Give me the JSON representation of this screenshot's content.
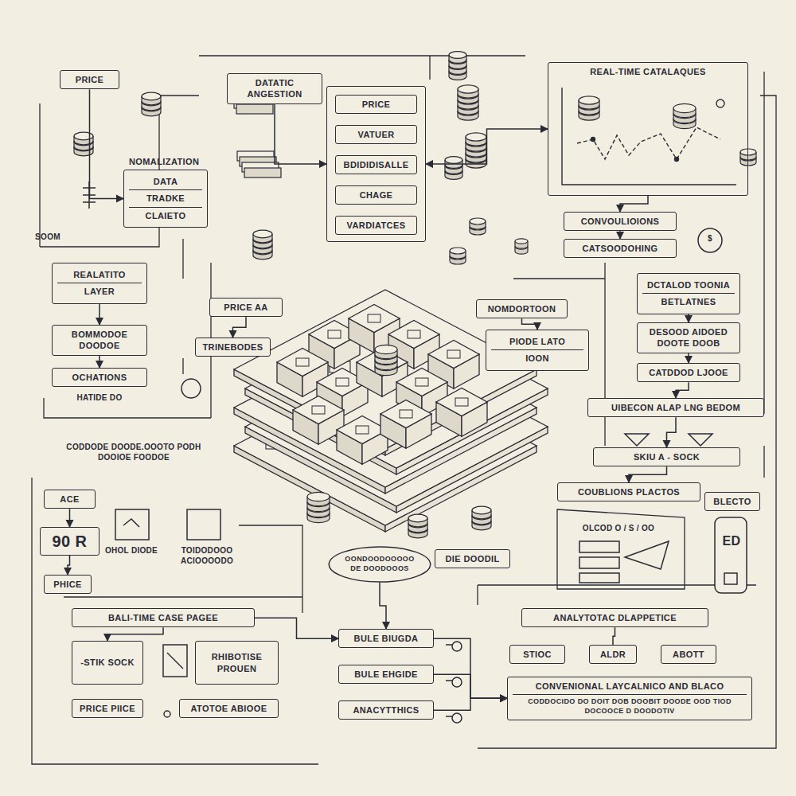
{
  "diagram": {
    "nodes": [
      {
        "text": [
          "PRICE"
        ]
      },
      {
        "text": [
          "NOMALIZATION",
          "DATA",
          "TRADKE",
          "CLAIETO"
        ]
      },
      {
        "text": [
          "DATATIC ANGESTION"
        ]
      },
      {
        "text": []
      },
      {
        "text": [
          "PRICE"
        ],
        "in": 3
      },
      {
        "text": [
          "VATUER"
        ],
        "in": 3
      },
      {
        "text": [
          "BDIDIDISALLE"
        ],
        "in": 3
      },
      {
        "text": [
          "CHAGE"
        ],
        "in": 3
      },
      {
        "text": [
          "VARDIATCES"
        ],
        "in": 3
      },
      {
        "text": [
          "REAL-TIME CATALAQUES"
        ]
      },
      {
        "text": [
          "CONVOULIOIONS"
        ]
      },
      {
        "text": [
          "CATSOODOHING"
        ]
      },
      {
        "text": [
          "REALATITO",
          "LAYER"
        ]
      },
      {
        "text": [
          "BOMMODOE DOODOE"
        ]
      },
      {
        "text": [
          "OCHATIONS"
        ]
      },
      {
        "text": [
          "PRICE AA"
        ]
      },
      {
        "text": [
          "TRINEBODES"
        ]
      },
      {
        "text": [
          "NOMDORTOON"
        ]
      },
      {
        "text": [
          "PIODE LATO",
          "IOON"
        ]
      },
      {
        "text": [
          "DCTALOD TOONIA",
          "BETLATNES"
        ]
      },
      {
        "text": [
          "DESOOD AIDOED DOOTE DOOB"
        ]
      },
      {
        "text": [
          "CATDDOD LJOOE"
        ]
      },
      {
        "text": [
          "UIBECON ALAP LNG BEDOM"
        ]
      },
      {
        "text": [
          "SKIU A - SOCK"
        ]
      },
      {
        "text": [
          "COUBLIONS PLACTOS"
        ]
      },
      {
        "text": [
          "BLECTO"
        ]
      },
      {
        "text": [
          "ACE"
        ]
      },
      {
        "text": [
          "90 R"
        ]
      },
      {
        "text": [
          "PHICE"
        ]
      },
      {
        "text": [
          "OONDOODOOOOO DE DOODOOOS"
        ]
      },
      {
        "text": [
          "DIE DOODIL"
        ]
      },
      {
        "text": [
          "BALI-TIME CASE PAGEE"
        ]
      },
      {
        "text": [
          "-STIK SOCK"
        ]
      },
      {
        "text": [
          "RHIBOTISE PROUEN"
        ]
      },
      {
        "text": [
          "PRICE PIICE"
        ]
      },
      {
        "text": [
          "ATOTOE ABIOOE"
        ]
      },
      {
        "text": [
          "BULE BIUGDA"
        ]
      },
      {
        "text": [
          "BULE EHGIDE"
        ]
      },
      {
        "text": [
          "ANACYTTHICS"
        ]
      },
      {
        "text": [
          "ANALYTOTAC DLAPPETICE"
        ]
      },
      {
        "text": [
          "STIOC"
        ]
      },
      {
        "text": [
          "ALDR"
        ]
      },
      {
        "text": [
          "ABOTT"
        ]
      },
      {
        "text": [
          "CONVENIONAL LAYCALNICO AND BLACO",
          "CODDOCIDO DO DOIT DOB DOOBIT DOODE OOD TIOD DOCOOCE D DOODOTIV"
        ]
      }
    ],
    "edges": [
      {
        "from": 0,
        "to": 1,
        "arrow": "to"
      },
      {
        "from": 2,
        "to": 3,
        "arrow": "to"
      },
      {
        "from": 3,
        "to": 9,
        "arrow": "both"
      },
      {
        "from": 9,
        "to": 10,
        "arrow": "to"
      },
      {
        "from": 10,
        "to": 11,
        "arrow": "to"
      },
      {
        "from": 19,
        "to": 20,
        "arrow": "to"
      },
      {
        "from": 20,
        "to": 21,
        "arrow": "to"
      },
      {
        "from": 21,
        "to": 22,
        "arrow": "to"
      },
      {
        "from": 22,
        "to": 23,
        "arrow": "to"
      },
      {
        "from": 23,
        "to": 24,
        "arrow": "to"
      },
      {
        "from": 12,
        "to": 13,
        "arrow": "to"
      },
      {
        "from": 13,
        "to": 14,
        "arrow": "to"
      },
      {
        "from": 15,
        "to": 16,
        "arrow": "to"
      },
      {
        "from": 17,
        "to": 18,
        "arrow": "to"
      },
      {
        "from": 26,
        "to": 27,
        "arrow": "to"
      },
      {
        "from": 27,
        "to": 28,
        "arrow": "to"
      },
      {
        "from": 31,
        "to": 32,
        "arrow": "to"
      },
      {
        "from": 31,
        "to": 36,
        "arrow": "to"
      },
      {
        "from": 36,
        "to": 43,
        "arrow": "to"
      },
      {
        "from": 37,
        "to": 43,
        "arrow": "to"
      },
      {
        "from": 38,
        "to": 43,
        "arrow": "to"
      },
      {
        "from": 39,
        "to": 41,
        "arrow": "none"
      },
      {
        "from": 29,
        "to": 36,
        "arrow": "to"
      }
    ],
    "labels": [
      "SOOM",
      "HATIDE DO",
      "CODDODE DOODE.OOOTO PODH DOOIOE FOODOE",
      "OHOL DIODE",
      "TOIDODOOO ACIOOOODO",
      "OLCOD O / S / OO",
      "$",
      "ED"
    ]
  }
}
